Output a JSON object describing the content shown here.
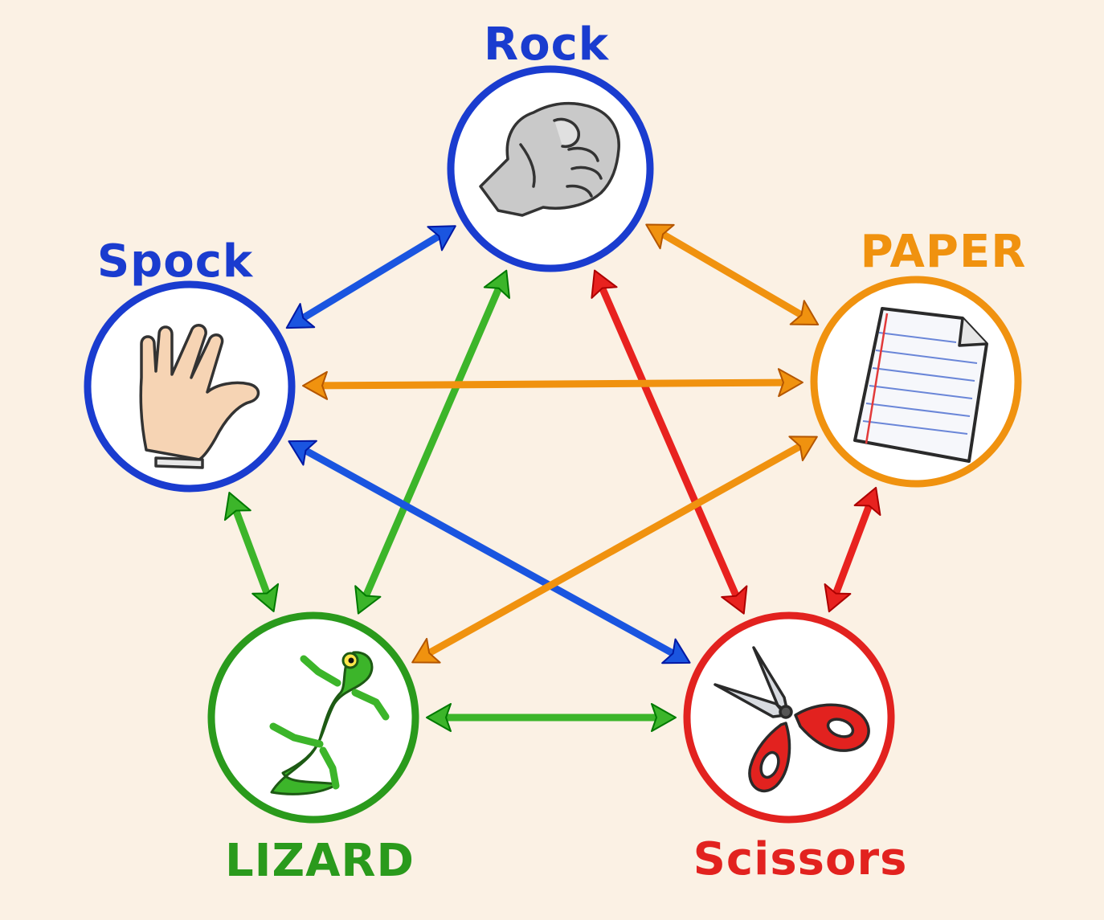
{
  "nodes": [
    {
      "id": "rock",
      "label": "Rock",
      "color": "#1a3ccf",
      "icon": "fist-icon"
    },
    {
      "id": "paper",
      "label": "PAPER",
      "color": "#f0920f",
      "icon": "paper-sheet-icon"
    },
    {
      "id": "scissors",
      "label": "Scissors",
      "color": "#e2221f",
      "icon": "scissors-icon"
    },
    {
      "id": "lizard",
      "label": "LIZARD",
      "color": "#2a9a1c",
      "icon": "lizard-icon"
    },
    {
      "id": "spock",
      "label": "Spock",
      "color": "#1a3ccf",
      "icon": "vulcan-salute-icon"
    }
  ],
  "edges": [
    {
      "from": "rock",
      "to": "paper",
      "color": "#f0920f"
    },
    {
      "from": "rock",
      "to": "spock",
      "color": "#1a55e0"
    },
    {
      "from": "rock",
      "to": "lizard",
      "color": "#3cb52a"
    },
    {
      "from": "rock",
      "to": "scissors",
      "color": "#e8221f"
    },
    {
      "from": "spock",
      "to": "paper",
      "color": "#f0920f"
    },
    {
      "from": "spock",
      "to": "scissors",
      "color": "#1a55e0"
    },
    {
      "from": "spock",
      "to": "lizard",
      "color": "#3cb52a"
    },
    {
      "from": "paper",
      "to": "lizard",
      "color": "#f0920f"
    },
    {
      "from": "paper",
      "to": "scissors",
      "color": "#e8221f"
    },
    {
      "from": "lizard",
      "to": "scissors",
      "color": "#3cb52a"
    }
  ]
}
